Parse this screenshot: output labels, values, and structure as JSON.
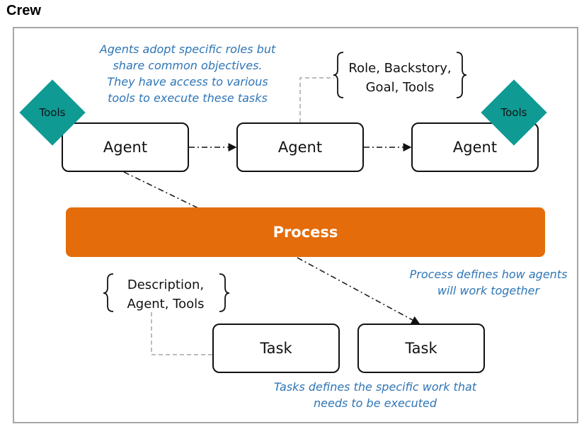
{
  "title": "Crew",
  "agents": [
    {
      "label": "Agent",
      "tools": "Tools"
    },
    {
      "label": "Agent"
    },
    {
      "label": "Agent",
      "tools": "Tools"
    }
  ],
  "agent_attributes": [
    "Role, Backstory,",
    "Goal, Tools"
  ],
  "agent_note": [
    "Agents adopt specific roles but",
    "share common objectives.",
    "They have access to various",
    "tools to execute these tasks"
  ],
  "process": {
    "label": "Process"
  },
  "process_note": [
    "Process defines how agents",
    "will work together"
  ],
  "tasks": [
    {
      "label": "Task"
    },
    {
      "label": "Task"
    }
  ],
  "task_attributes": [
    "Description,",
    "Agent, Tools"
  ],
  "task_note": [
    "Tasks defines the specific work that",
    "needs to be executed"
  ],
  "colors": {
    "process": "#e46c0a",
    "tools": "#0f9a94",
    "note": "#2e75b6",
    "frame": "#a6a6a6"
  }
}
